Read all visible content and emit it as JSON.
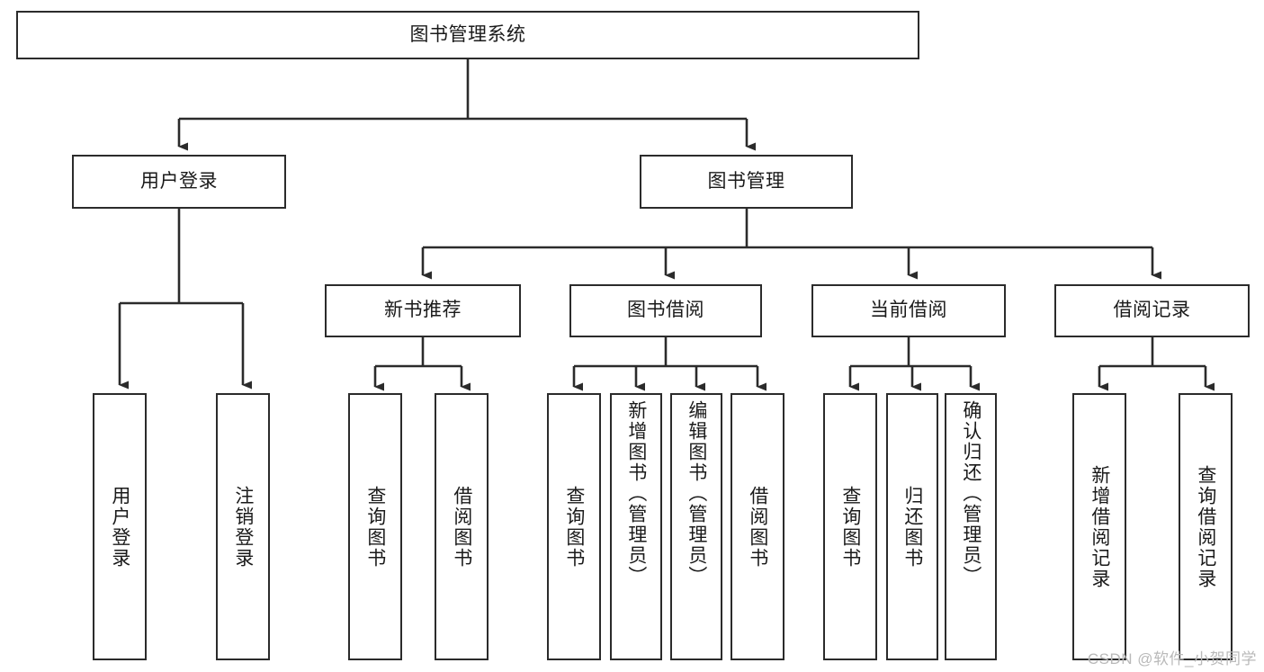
{
  "diagram": {
    "title": "图书管理系统",
    "type": "tree-hierarchy-chart",
    "colors": {
      "box_border": "#2b2b2b",
      "box_fill": "#ffffff",
      "edge": "#2b2b2b",
      "background": "#ffffff",
      "watermark": "#b9b9b9"
    },
    "root": {
      "label": "图书管理系统"
    },
    "level2": [
      {
        "label": "用户登录"
      },
      {
        "label": "图书管理"
      }
    ],
    "level3": [
      {
        "label": "新书推荐"
      },
      {
        "label": "图书借阅"
      },
      {
        "label": "当前借阅"
      },
      {
        "label": "借阅记录"
      }
    ],
    "leaves": {
      "user_login": [
        {
          "label": "用户登录"
        },
        {
          "label": "注销登录"
        }
      ],
      "new_book_recommend": [
        {
          "label": "查询图书"
        },
        {
          "label": "借阅图书"
        }
      ],
      "book_borrow": [
        {
          "label": "查询图书"
        },
        {
          "label": "新增图书（管理员）"
        },
        {
          "label": "编辑图书（管理员）"
        },
        {
          "label": "借阅图书"
        }
      ],
      "current_borrow": [
        {
          "label": "查询图书"
        },
        {
          "label": "归还图书"
        },
        {
          "label": "确认归还（管理员）"
        }
      ],
      "borrow_record": [
        {
          "label": "新增借阅记录"
        },
        {
          "label": "查询借阅记录"
        }
      ]
    },
    "watermark": "CSDN @软件_小贺同学"
  }
}
